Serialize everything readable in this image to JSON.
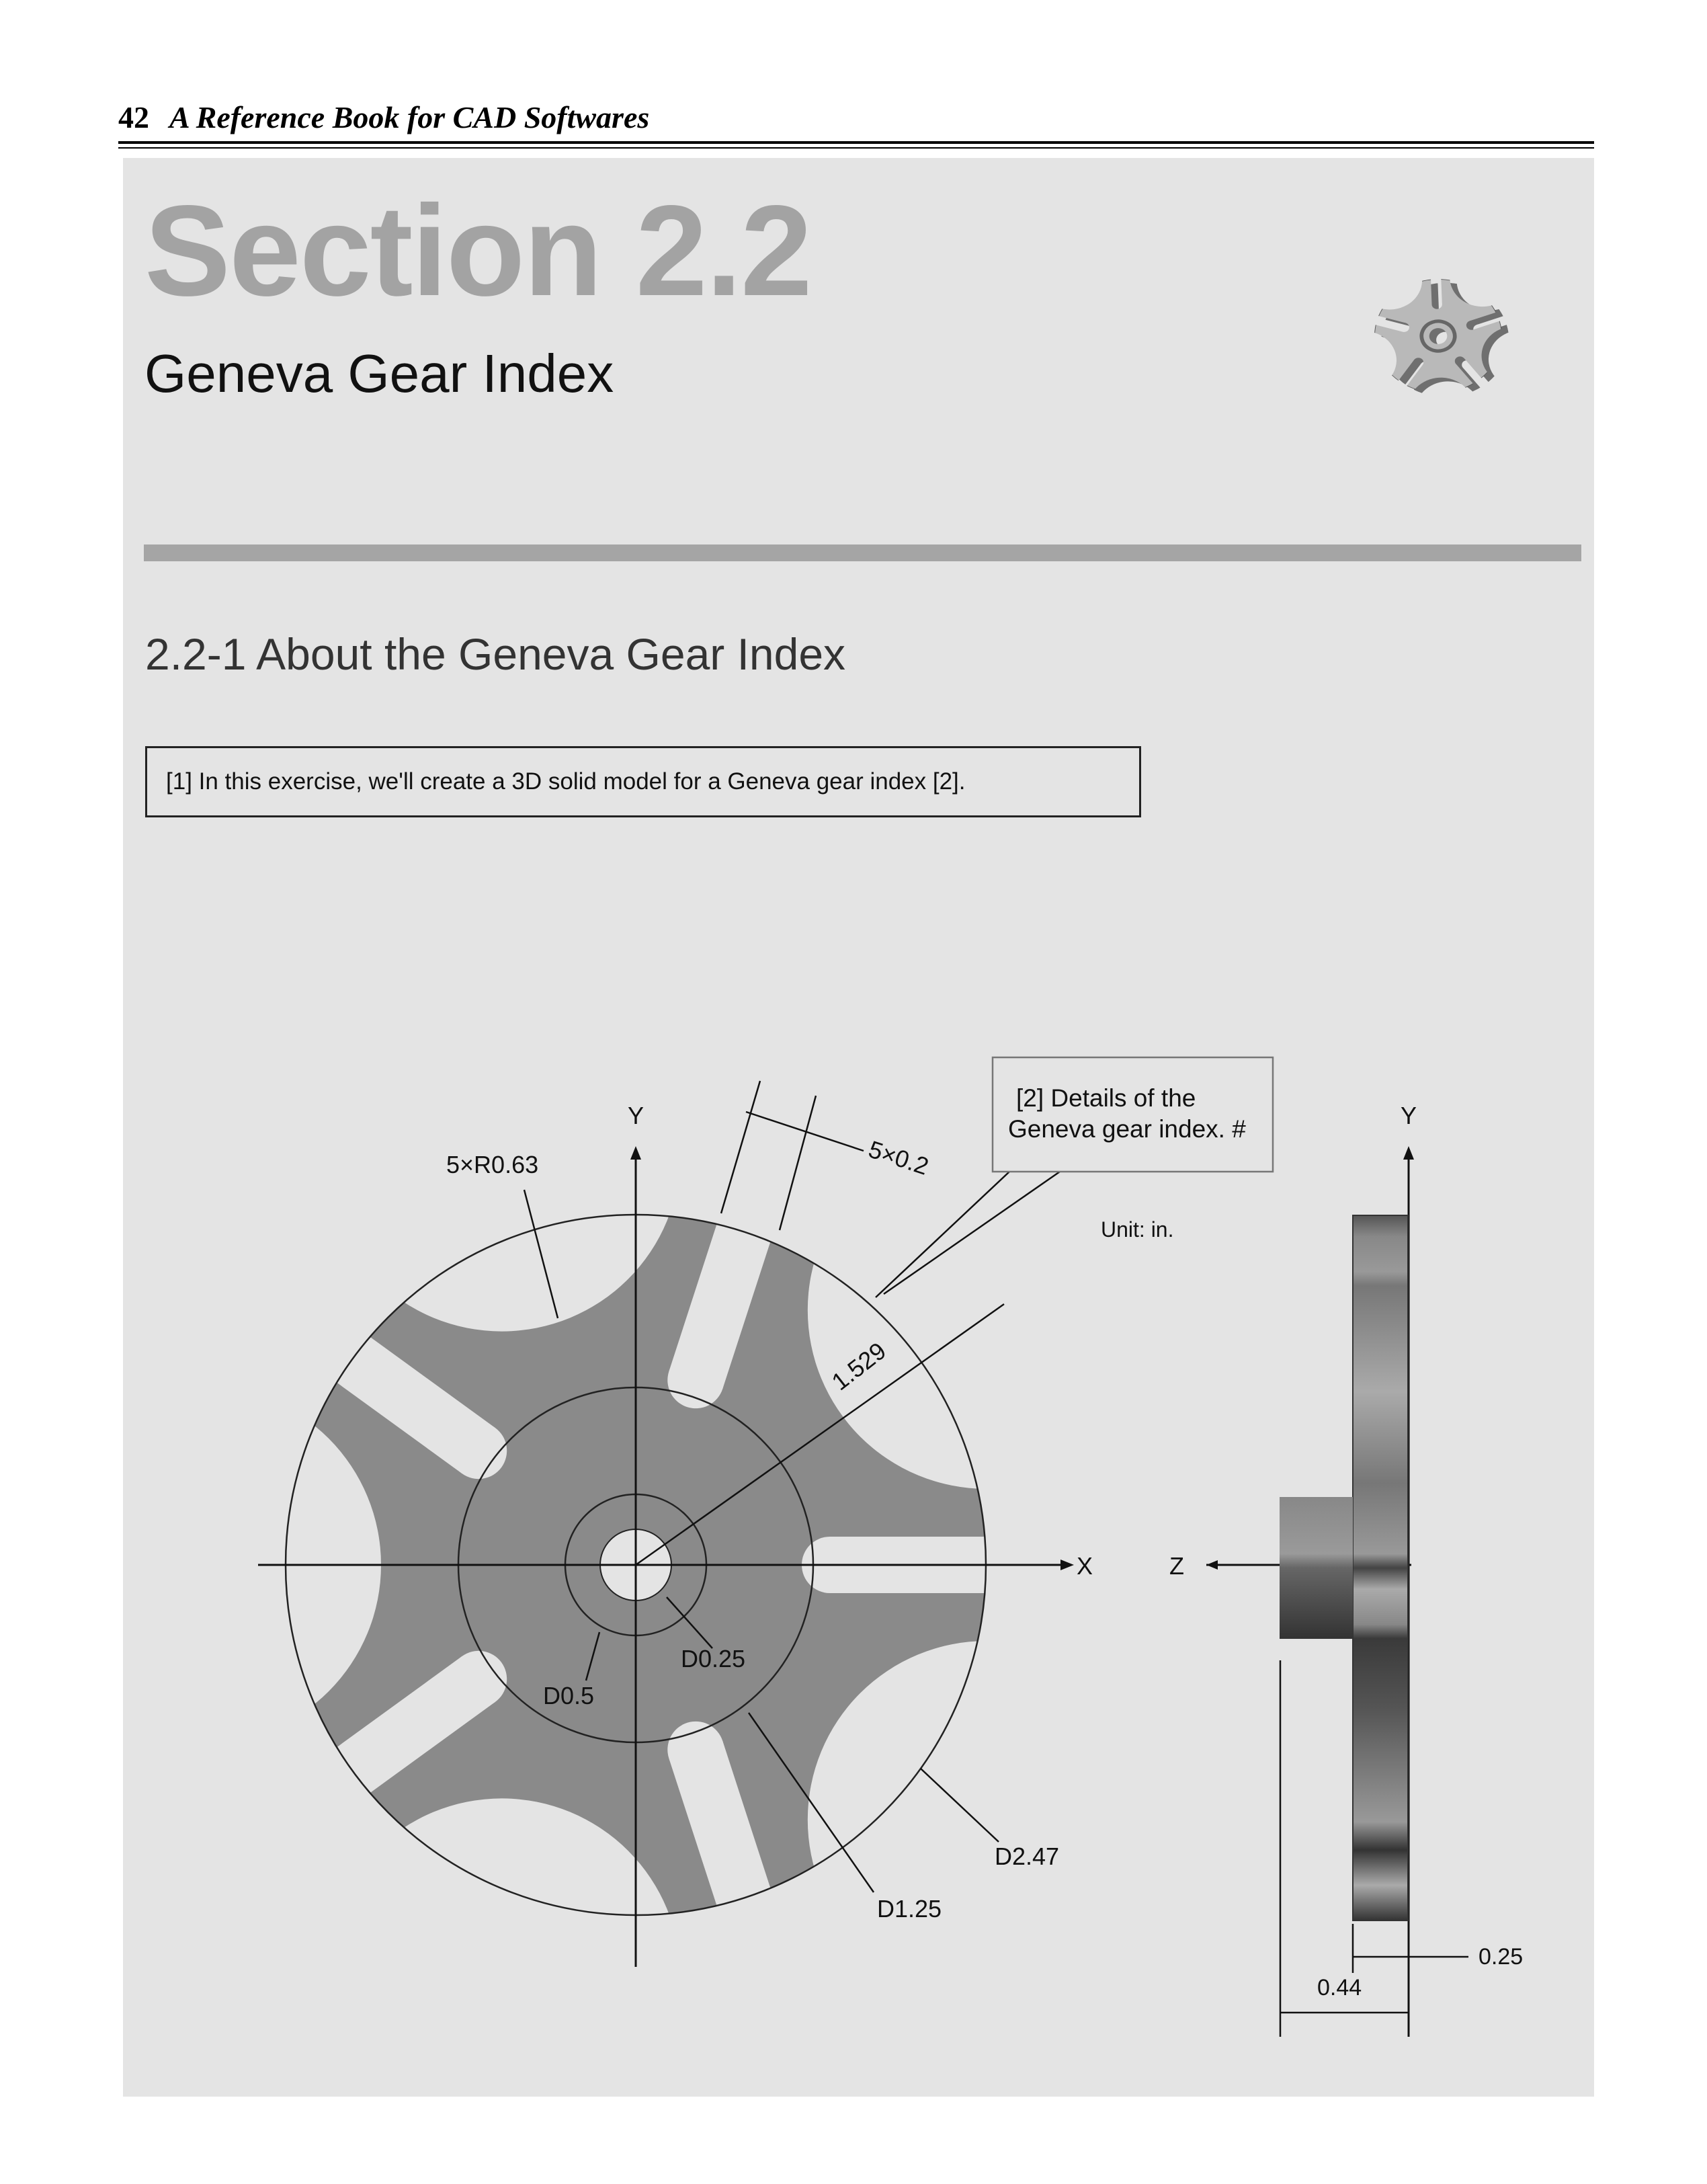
{
  "header": {
    "page_number": "42",
    "book_title": "A Reference Book for CAD Softwares"
  },
  "section": {
    "title": "Section 2.2",
    "subtitle": "Geneva Gear Index"
  },
  "subsection": {
    "heading": "2.2-1  About the Geneva Gear Index"
  },
  "note_box": {
    "text": "[1] In this exercise, we'll create a 3D solid model for a Geneva gear index [2]."
  },
  "drawing": {
    "callout_line1": "[2] Details of the",
    "callout_line2": "Geneva gear index. #",
    "unit": "Unit: in.",
    "axis_x": "X",
    "axis_y": "Y",
    "axis_z": "Z",
    "axis_y_side": "Y",
    "dims": {
      "cut_radius": "5×R0.63",
      "slot_width": "5×0.2",
      "cut_center": "1.529",
      "hole": "D0.25",
      "hub": "D0.5",
      "inner_circle": "D1.25",
      "outer": "D2.47",
      "plate_thickness": "0.25",
      "total_thickness": "0.44"
    }
  },
  "colors": {
    "panel": "#e4e4e4",
    "section_title": "#a3a3a3",
    "gear_fill": "#8a8a8a"
  }
}
